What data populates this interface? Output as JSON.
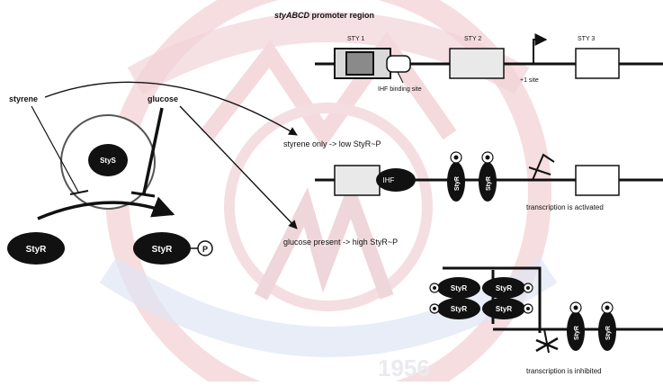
{
  "header": {
    "title_italic": "styABCD",
    "title_rest": " promoter region"
  },
  "promoter": {
    "sty1": "STY 1",
    "sty2": "STY 2",
    "sty3": "STY 3",
    "plus1": "+1 site",
    "ihf_site": "IHF binding site"
  },
  "signals": {
    "styrene": "styrene",
    "glucose": "glucose"
  },
  "proteins": {
    "styS": "StyS",
    "styR": "StyR",
    "phosphate": "P",
    "ihf": "IHF"
  },
  "conditions": {
    "styrene_only": "styrene only -> low StyR~P",
    "glucose_present": "glucose present -> high StyR~P"
  },
  "outcomes": {
    "activated": "transcription is activated",
    "inhibited": "transcription is inhibited"
  },
  "watermark": {
    "year": "1956"
  },
  "colors": {
    "watermark_red": "#f2d3d6",
    "watermark_blue": "#d9dff2",
    "box_grey": "#e9e9e9",
    "protein_black": "#111111"
  }
}
